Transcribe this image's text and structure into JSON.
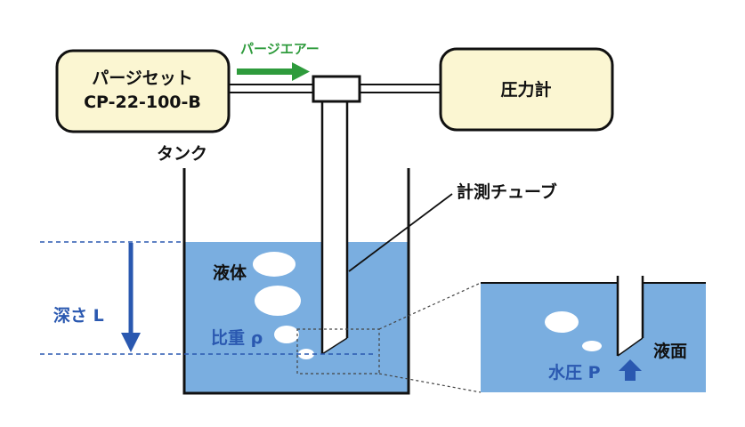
{
  "purge_set": {
    "line1": "パージセット",
    "line2": "CP-22-100-B"
  },
  "pressure_gauge": {
    "label": "圧力計"
  },
  "purge_air": {
    "label": "パージエアー"
  },
  "tank": {
    "label": "タンク"
  },
  "measuring_tube": {
    "label": "計測チューブ"
  },
  "liquid": {
    "label": "液体"
  },
  "specific_gravity": {
    "label": "比重 ρ"
  },
  "depth": {
    "label": "深さ L"
  },
  "water_pressure": {
    "label": "水圧 P"
  },
  "liquid_surface": {
    "label": "液面"
  },
  "colors": {
    "box_fill": "#fbf6d2",
    "liquid": "#7aaee0",
    "air_arrow": "#2e9b3c",
    "blue_label": "#2a58b0",
    "depth_arrow": "#2a58b0"
  }
}
